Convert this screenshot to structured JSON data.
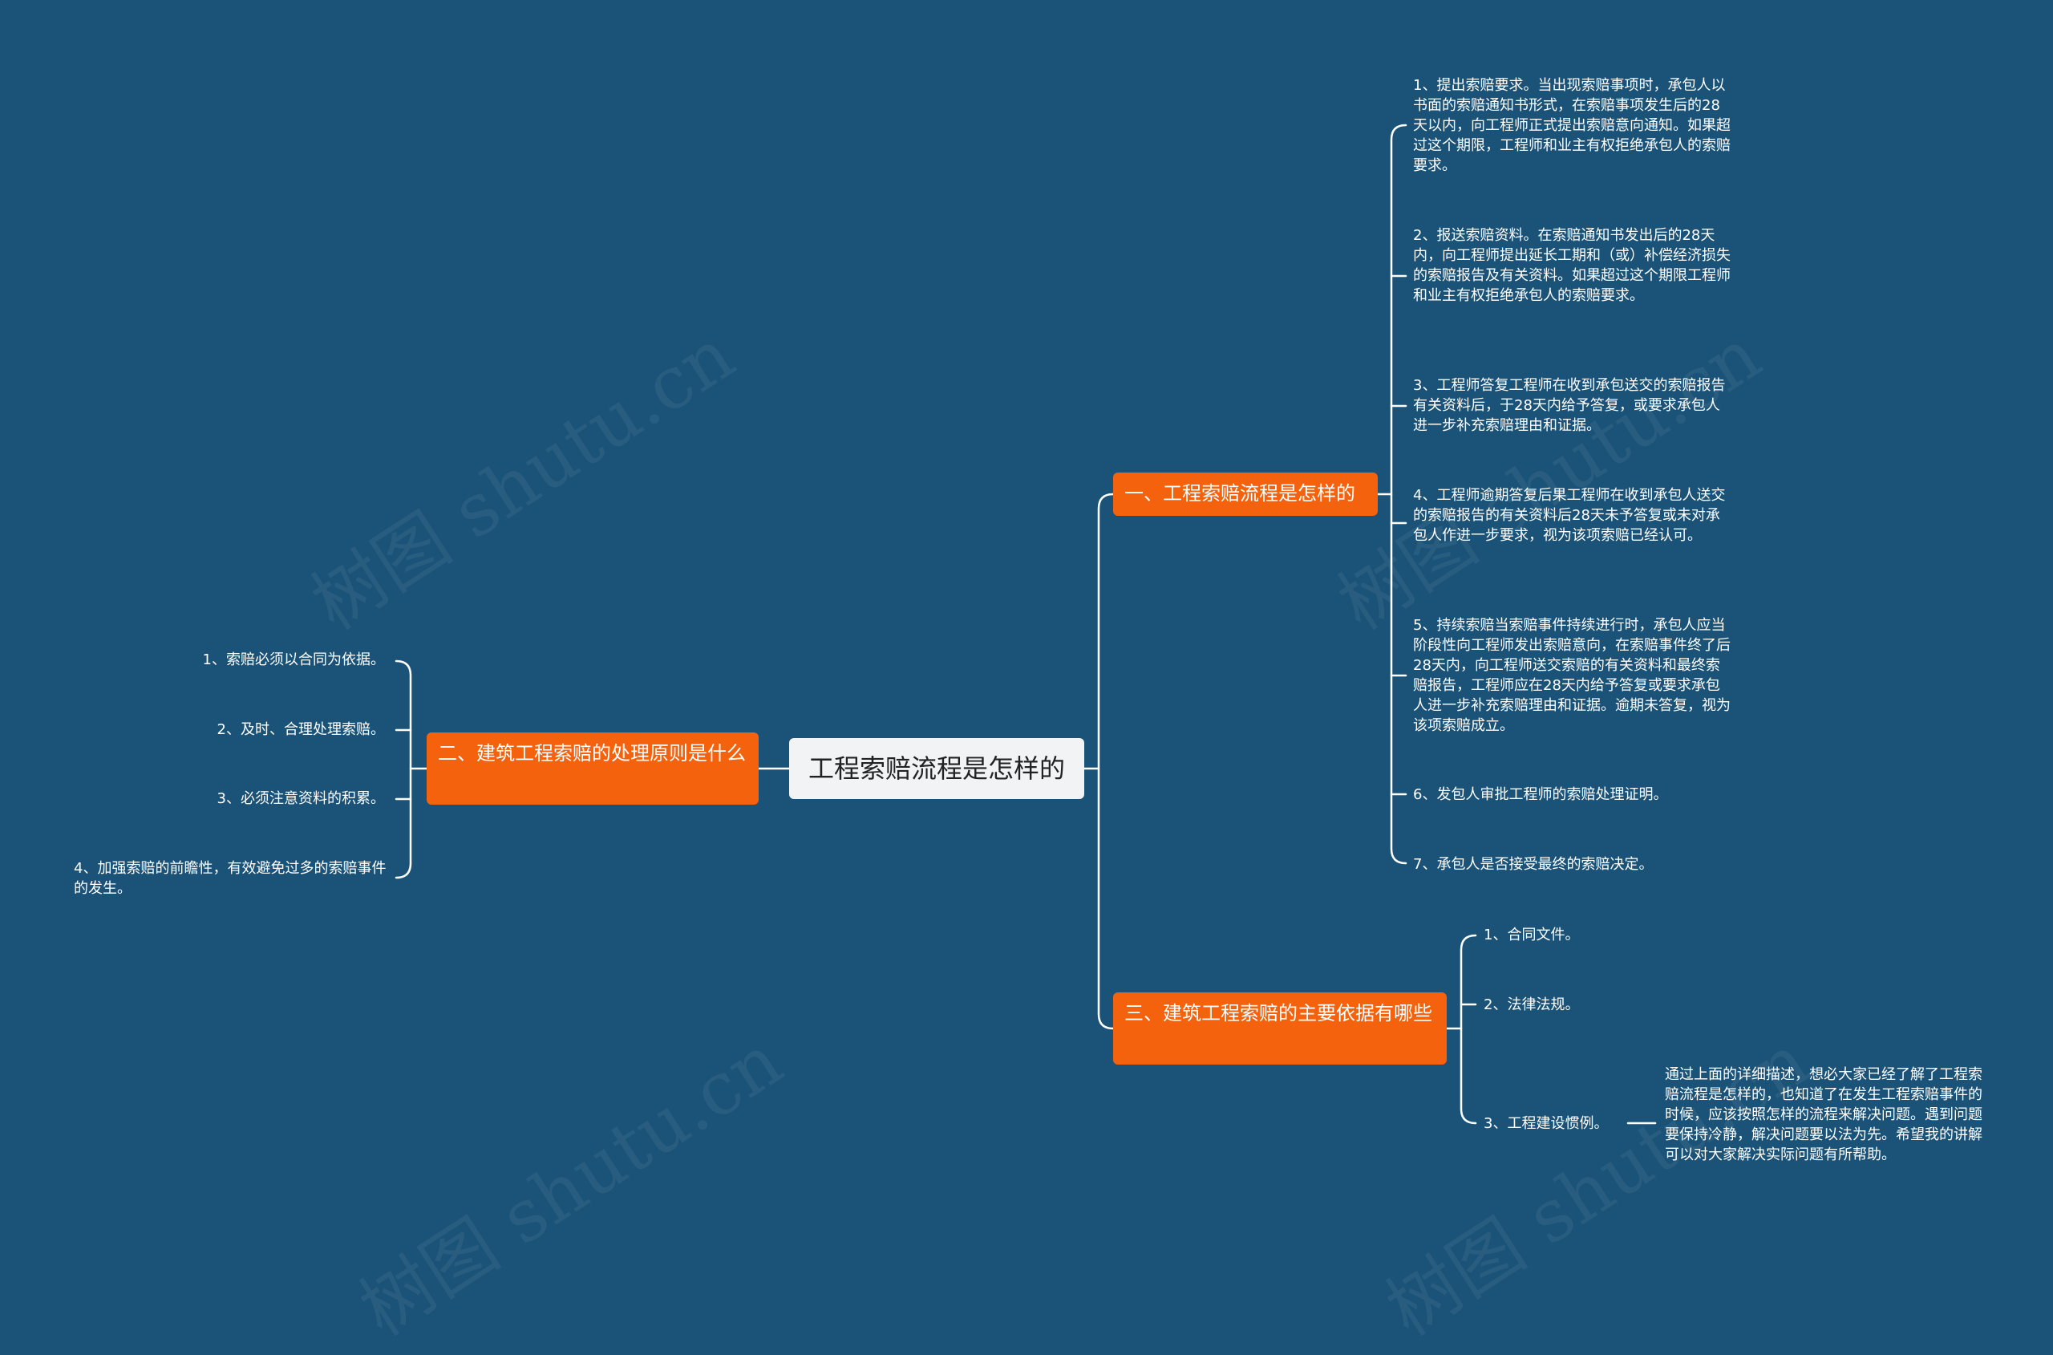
{
  "root": "工程索赔流程是怎样的",
  "branches": {
    "b1": {
      "label": "一、工程索赔流程是怎样的",
      "items": [
        "1、提出索赔要求。当出现索赔事项时，承包人以书面的索赔通知书形式，在索赔事项发生后的28天以内，向工程师正式提出索赔意向通知。如果超过这个期限，工程师和业主有权拒绝承包人的索赔要求。",
        "2、报送索赔资料。在索赔通知书发出后的28天内，向工程师提出延长工期和（或）补偿经济损失的索赔报告及有关资料。如果超过这个期限工程师和业主有权拒绝承包人的索赔要求。",
        "3、工程师答复工程师在收到承包送交的索赔报告有关资料后，于28天内给予答复，或要求承包人进一步补充索赔理由和证据。",
        "4、工程师逾期答复后果工程师在收到承包人送交的索赔报告的有关资料后28天未予答复或未对承包人作进一步要求，视为该项索赔已经认可。",
        "5、持续索赔当索赔事件持续进行时，承包人应当阶段性向工程师发出索赔意向，在索赔事件终了后28天内，向工程师送交索赔的有关资料和最终索赔报告，工程师应在28天内给予答复或要求承包人进一步补充索赔理由和证据。逾期未答复，视为该项索赔成立。",
        "6、发包人审批工程师的索赔处理证明。",
        "7、承包人是否接受最终的索赔决定。"
      ]
    },
    "b2": {
      "label": "二、建筑工程索赔的处理原则是什么",
      "items": [
        "1、索赔必须以合同为依据。",
        "2、及时、合理处理索赔。",
        "3、必须注意资料的积累。",
        "4、加强索赔的前瞻性，有效避免过多的索赔事件的发生。"
      ]
    },
    "b3": {
      "label": "三、建筑工程索赔的主要依据有哪些",
      "items": [
        "1、合同文件。",
        "2、法律法规。",
        "3、工程建设惯例。"
      ],
      "note": "通过上面的详细描述，想必大家已经了解了工程索赔流程是怎样的，也知道了在发生工程索赔事件的时候，应该按照怎样的流程来解决问题。遇到问题要保持冷静，解决问题要以法为先。希望我的讲解可以对大家解决实际问题有所帮助。"
    }
  },
  "watermark": "树图 shutu.cn",
  "colors": {
    "background": "#1b5378",
    "branch": "#f4620d",
    "root": "#f2f3f4",
    "line": "#ffffff"
  }
}
